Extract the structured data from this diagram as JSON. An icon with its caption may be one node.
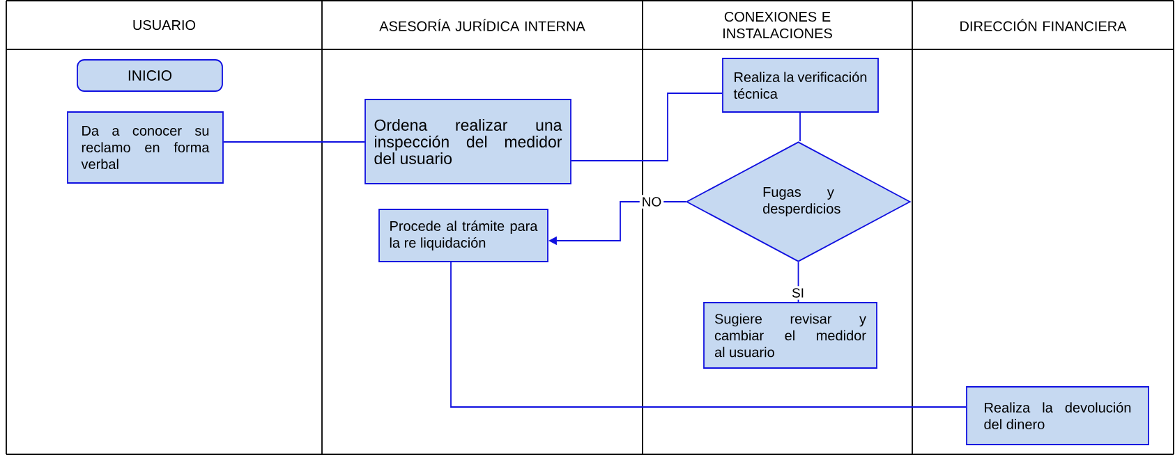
{
  "diagram": {
    "nodes": [
      {
        "text": [
          "INICIO"
        ]
      },
      {
        "text": [
          "Da a conocer su reclamo en forma verbal"
        ]
      },
      {
        "text": [
          "Ordena realizar una inspección del medidor del usuario"
        ]
      },
      {
        "text": [
          "Realiza la verificación técnica"
        ]
      },
      {
        "text": [
          "Fugas y desperdicios"
        ]
      },
      {
        "text": [
          "Procede al trámite para la re liquidación"
        ]
      },
      {
        "text": [
          "Sugiere revisar y cambiar el medidor al usuario"
        ]
      },
      {
        "text": [
          "Realiza la devolución del dinero"
        ]
      }
    ],
    "edges": [
      {
        "from": 1,
        "to": 2,
        "arrow": "none"
      },
      {
        "from": 2,
        "to": 3,
        "arrow": "none"
      },
      {
        "from": 3,
        "to": 4,
        "arrow": "none"
      },
      {
        "from": 4,
        "to": 5,
        "arrow": "to",
        "label": "NO"
      },
      {
        "from": 4,
        "to": 6,
        "arrow": "none",
        "label": "SI"
      },
      {
        "from": 5,
        "to": 7,
        "arrow": "none"
      }
    ],
    "labels": [
      "USUARIO",
      "ASESORÍA JURÍDICA INTERNA",
      "CONEXIONES E INSTALACIONES",
      "DIRECCIÓN FINANCIERA"
    ]
  }
}
